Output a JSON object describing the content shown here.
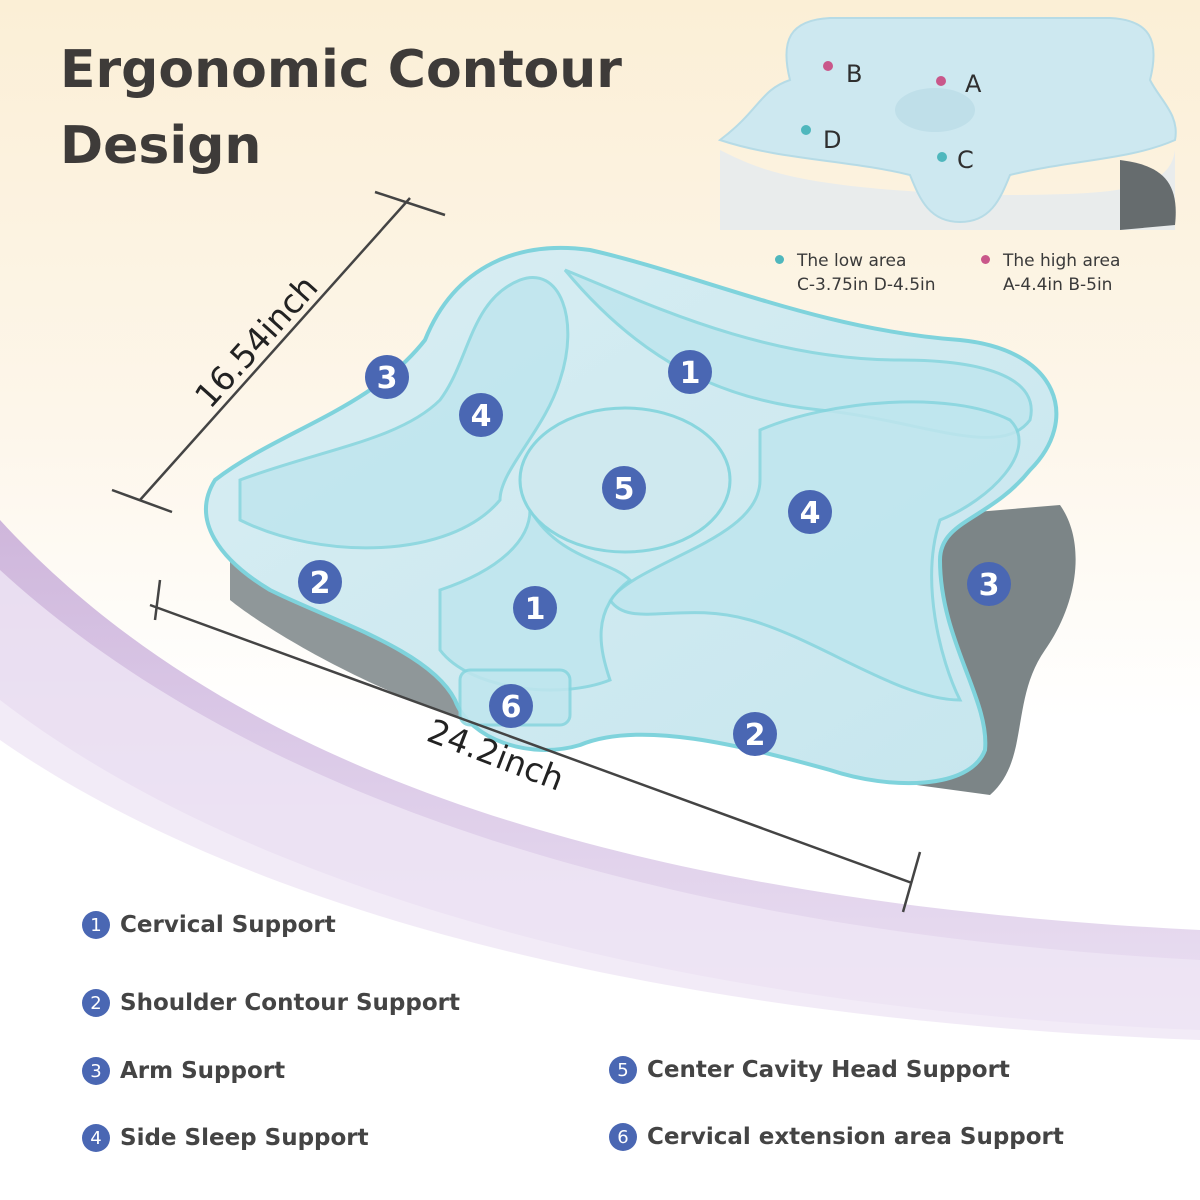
{
  "title": {
    "line1": "Ergonomic Contour",
    "line2": "Design"
  },
  "inset": {
    "points": [
      {
        "label": "B",
        "color": "#c9578a"
      },
      {
        "label": "A",
        "color": "#c9578a"
      },
      {
        "label": "D",
        "color": "#4fb7bd"
      },
      {
        "label": "C",
        "color": "#4fb7bd"
      }
    ],
    "legend": {
      "low": {
        "title": "The low area",
        "values": "C-3.75in D-4.5in",
        "color": "#4fb7bd"
      },
      "high": {
        "title": "The high area",
        "values": "A-4.4in B-5in",
        "color": "#c9578a"
      }
    }
  },
  "dimensions": {
    "depth": "16.54inch",
    "width": "24.2inch"
  },
  "zones": {
    "n1": "1",
    "n2": "2",
    "n3": "3",
    "n4": "4",
    "n5": "5",
    "n6": "6"
  },
  "features": [
    {
      "num": "1",
      "label": "Cervical Support"
    },
    {
      "num": "2",
      "label": "Shoulder Contour Support"
    },
    {
      "num": "3",
      "label": "Arm Support"
    },
    {
      "num": "4",
      "label": "Side Sleep Support"
    },
    {
      "num": "5",
      "label": "Center Cavity Head Support"
    },
    {
      "num": "6",
      "label": "Cervical extension area Support"
    }
  ],
  "colors": {
    "badge": "#4a67b3",
    "pillow": "#cfe9ef",
    "pillow_edge": "#7fd3dc",
    "purple_band": "#cdb3dc"
  }
}
